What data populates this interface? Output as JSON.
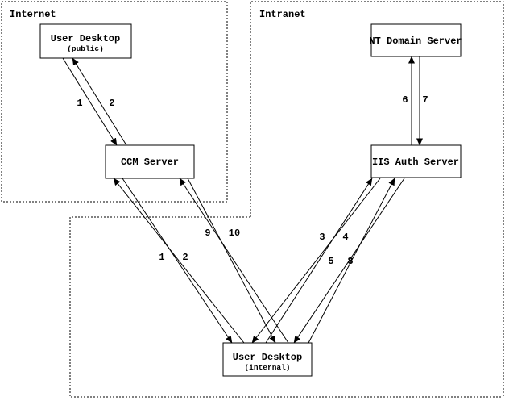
{
  "regions": {
    "internet": "Internet",
    "intranet": "Intranet"
  },
  "nodes": {
    "user_desktop_public": {
      "title": "User Desktop",
      "subtitle": "(public)"
    },
    "nt_domain_server": {
      "title": "NT Domain Server"
    },
    "ccm_server": {
      "title": "CCM Server"
    },
    "iis_auth_server": {
      "title": "IIS Auth Server"
    },
    "user_desktop_internal": {
      "title": "User Desktop",
      "subtitle": "(internal)"
    }
  },
  "flows": {
    "public_to_ccm": {
      "label": "1",
      "from": "User Desktop (public)",
      "to": "CCM Server"
    },
    "ccm_to_public": {
      "label": "2",
      "from": "CCM Server",
      "to": "User Desktop (public)"
    },
    "internal_to_ccm_1": {
      "label": "1",
      "from": "User Desktop (internal)",
      "to": "CCM Server"
    },
    "ccm_to_internal_2": {
      "label": "2",
      "from": "CCM Server",
      "to": "User Desktop (internal)"
    },
    "internal_to_ccm_9": {
      "label": "9",
      "from": "User Desktop (internal)",
      "to": "CCM Server"
    },
    "ccm_to_internal_10": {
      "label": "10",
      "from": "CCM Server",
      "to": "User Desktop (internal)"
    },
    "internal_to_iis_3": {
      "label": "3",
      "from": "User Desktop (internal)",
      "to": "IIS Auth Server"
    },
    "iis_to_internal_4": {
      "label": "4",
      "from": "IIS Auth Server",
      "to": "User Desktop (internal)"
    },
    "internal_to_iis_5": {
      "label": "5",
      "from": "User Desktop (internal)",
      "to": "IIS Auth Server"
    },
    "iis_to_internal_8": {
      "label": "8",
      "from": "IIS Auth Server",
      "to": "User Desktop (internal)"
    },
    "iis_to_nt_6": {
      "label": "6",
      "from": "IIS Auth Server",
      "to": "NT Domain Server"
    },
    "nt_to_iis_7": {
      "label": "7",
      "from": "NT Domain Server",
      "to": "IIS Auth Server"
    }
  },
  "colors": {
    "line": "#000000",
    "background": "#ffffff"
  }
}
